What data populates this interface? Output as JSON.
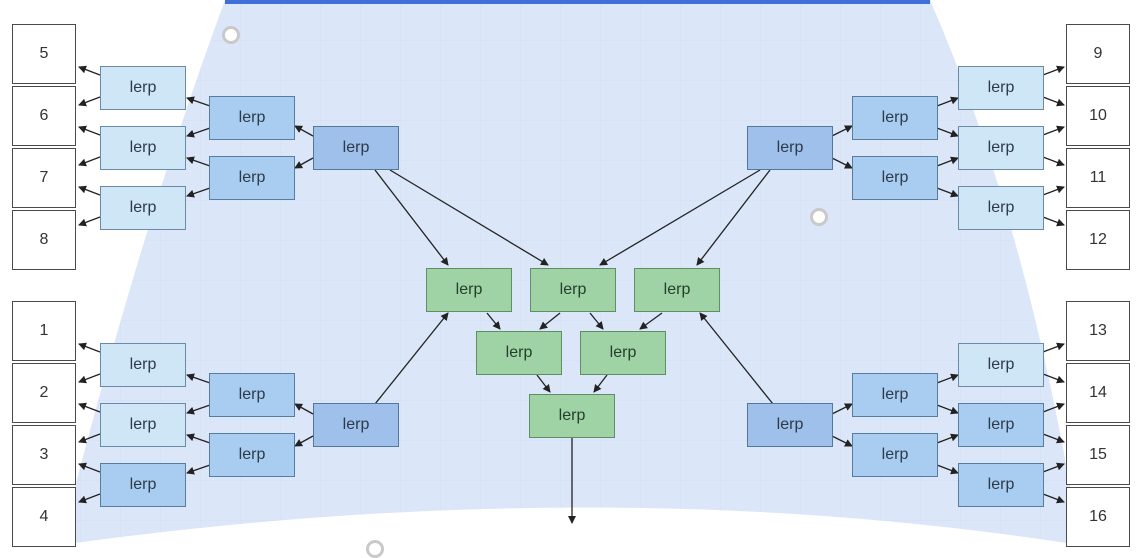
{
  "diagram": {
    "node_label": "lerp",
    "numbers": {
      "n1": "1",
      "n2": "2",
      "n3": "3",
      "n4": "4",
      "n5": "5",
      "n6": "6",
      "n7": "7",
      "n8": "8",
      "n9": "9",
      "n10": "10",
      "n11": "11",
      "n12": "12",
      "n13": "13",
      "n14": "14",
      "n15": "15",
      "n16": "16"
    },
    "colors": {
      "light_blue": "#cfe6f7",
      "mid_blue": "#a9cdf0",
      "dark_blue": "#9ec0ea",
      "green": "#9fd3a6",
      "overlay": "#dbe6f9"
    }
  }
}
